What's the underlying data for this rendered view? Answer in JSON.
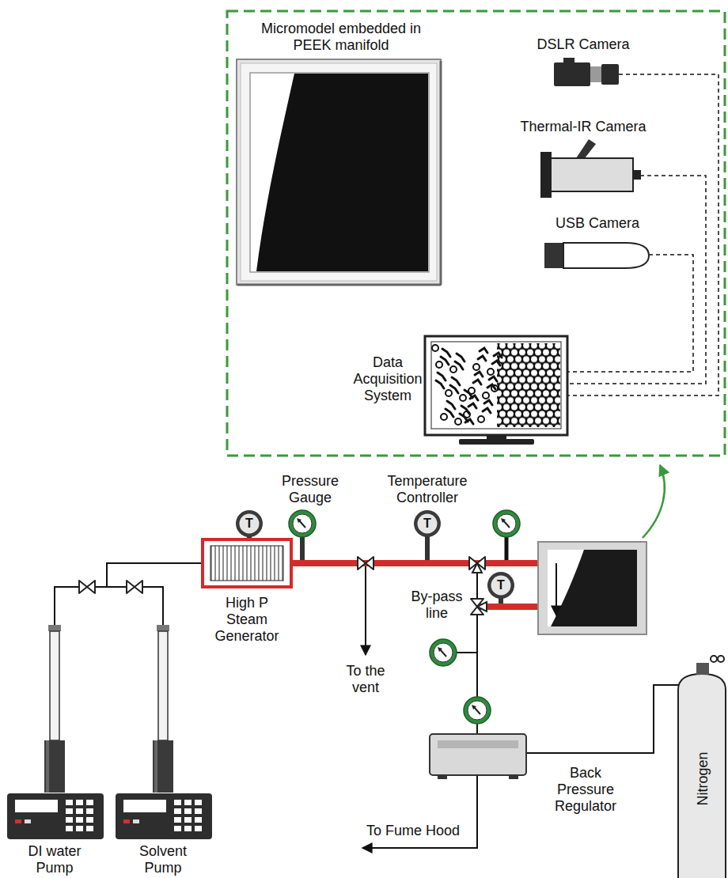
{
  "diagram": {
    "nodes": [
      {
        "text": [
          "Micromodel embedded in PEEK manifold"
        ]
      },
      {
        "text": [
          "DSLR Camera"
        ]
      },
      {
        "text": [
          "Thermal-IR Camera"
        ]
      },
      {
        "text": [
          "USB Camera"
        ]
      },
      {
        "text": [
          "Data Acquisition System"
        ]
      },
      {
        "text": [
          "T"
        ]
      },
      {
        "text": [
          "High P Steam Generator"
        ]
      },
      {
        "text": [
          "Pressure Gauge"
        ]
      },
      {
        "text": [
          "T",
          "Temperature Controller"
        ]
      },
      {
        "text": [
          "T"
        ]
      },
      {
        "text": [
          "DI water Pump"
        ]
      },
      {
        "text": [
          "Solvent Pump"
        ]
      },
      {
        "text": [
          "Back Pressure Regulator"
        ]
      },
      {
        "text": [
          "Nitrogen"
        ]
      }
    ],
    "edges": [
      {
        "from": 1,
        "to": 4,
        "arrow": "none"
      },
      {
        "from": 2,
        "to": 4,
        "arrow": "none"
      },
      {
        "from": 3,
        "to": 4,
        "arrow": "none"
      },
      {
        "from": 10,
        "to": 6,
        "arrow": "none"
      },
      {
        "from": 11,
        "to": 6,
        "arrow": "none"
      },
      {
        "from": 13,
        "to": 12,
        "arrow": "none"
      }
    ],
    "labels": [
      "To the vent",
      "By-pass line",
      "To Fume Hood"
    ]
  }
}
